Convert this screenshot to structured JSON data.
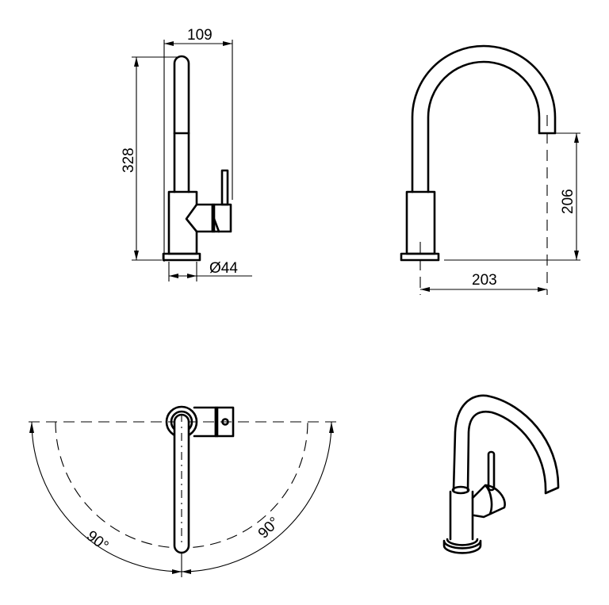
{
  "drawing": {
    "type": "technical drawing - kitchen mixer tap",
    "views": {
      "side_view": {
        "dimensions": {
          "width": "109",
          "height": "328",
          "base_diameter": "Ø44"
        }
      },
      "front_view": {
        "dimensions": {
          "spout_height": "206",
          "spout_reach": "203"
        }
      },
      "top_view": {
        "rotation_left": "90°",
        "rotation_right": "90°"
      },
      "isometric_view": {}
    },
    "colors": {
      "line": "#000000",
      "background": "#ffffff"
    }
  }
}
